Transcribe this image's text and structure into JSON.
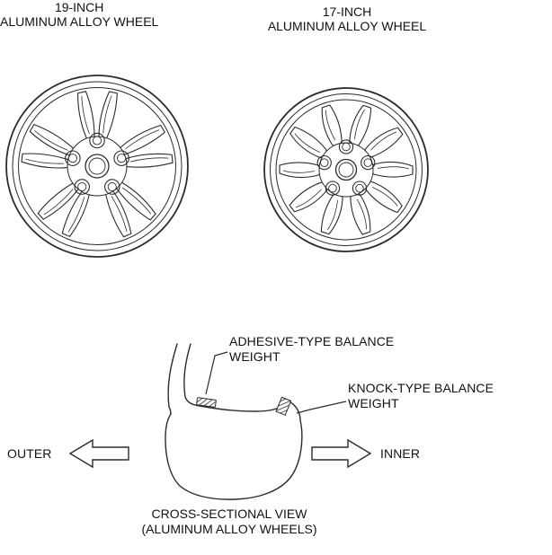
{
  "figure": {
    "background": "#ffffff",
    "line_color": "#2b2b2b"
  },
  "wheels": {
    "left": {
      "title_line1": "19-INCH",
      "title_line2": "ALUMINUM ALLOY WHEEL"
    },
    "right": {
      "title_line1": "17-INCH",
      "title_line2": "ALUMINUM ALLOY WHEEL"
    }
  },
  "cross_section": {
    "adhesive_label": "ADHESIVE-TYPE BALANCE WEIGHT",
    "knock_label": "KNOCK-TYPE BALANCE WEIGHT",
    "outer_label": "OUTER",
    "inner_label": "INNER",
    "caption_line1": "CROSS-SECTIONAL VIEW",
    "caption_line2": "(ALUMINUM ALLOY WHEELS)",
    "icons": {
      "outer_arrow": "block-arrow-left",
      "inner_arrow": "block-arrow-right",
      "adhesive_weight_mark": "diagonal-hatch-rect",
      "knock_weight_mark": "diagonal-hatch-rect"
    }
  }
}
